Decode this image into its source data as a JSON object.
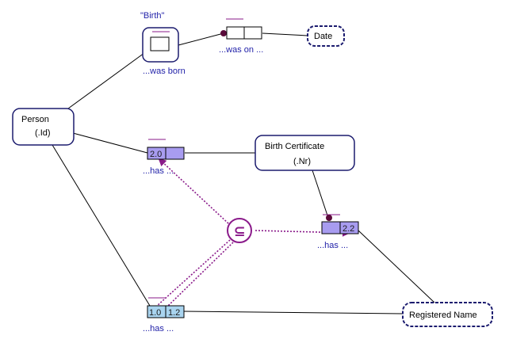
{
  "entities": {
    "person": {
      "name": "Person",
      "ref": "(.Id)"
    },
    "birth_certificate": {
      "name": "Birth Certificate",
      "ref": "(.Nr)"
    }
  },
  "value_types": {
    "date": {
      "name": "Date"
    },
    "registered_name": {
      "name": "Registered Name"
    }
  },
  "objectified": {
    "quoted_name": "\"Birth\""
  },
  "fact_types": {
    "was_born": {
      "reading": "...was born"
    },
    "was_on": {
      "reading": "...was on ..."
    },
    "has_2": {
      "reading": "...has ...",
      "role_number": "2.0"
    },
    "has_22": {
      "reading": "...has ...",
      "role_number": "2.2"
    },
    "has_1": {
      "reading": "...has ...",
      "role_numbers": [
        "1.0",
        "1.2"
      ]
    }
  },
  "constraint": {
    "symbol": "⊆",
    "type": "subset"
  },
  "colors": {
    "entity_border": "#1b1b6e",
    "reading_text": "#1f1fa8",
    "role_purple": "#a89cf0",
    "role_blue": "#a9d4ef",
    "constraint": "#8a1a8a",
    "uniqueness": "#8a1a8a"
  }
}
